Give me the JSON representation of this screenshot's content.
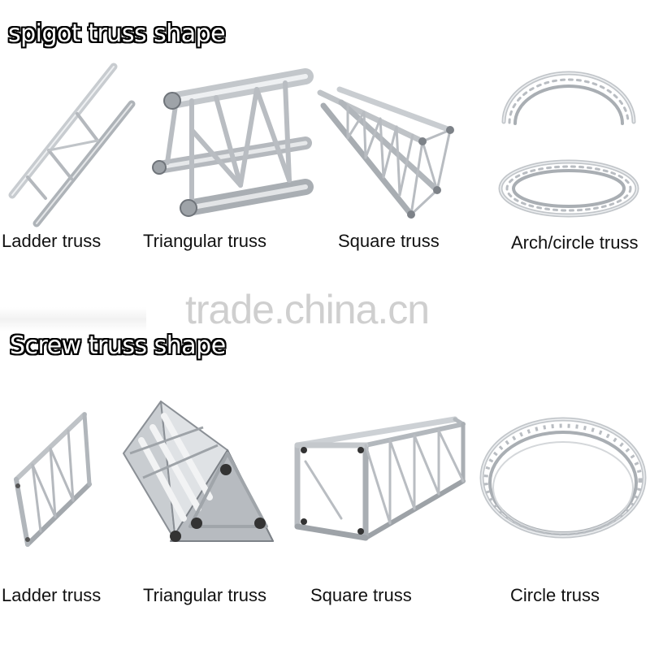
{
  "sections": {
    "spigot_title": "spigot truss shape",
    "screw_title": "Screw truss shape"
  },
  "watermark": "trade.china.cn",
  "spigot_items": [
    {
      "label": "Ladder truss",
      "icon": "ladder-truss-icon"
    },
    {
      "label": "Triangular truss",
      "icon": "triangular-truss-icon"
    },
    {
      "label": "Square truss",
      "icon": "square-truss-icon"
    },
    {
      "label": "Arch/circle truss",
      "icon": "arch-circle-truss-icon"
    }
  ],
  "screw_items": [
    {
      "label": "Ladder truss",
      "icon": "ladder-truss-icon"
    },
    {
      "label": "Triangular truss",
      "icon": "triangular-truss-icon"
    },
    {
      "label": "Square truss",
      "icon": "square-truss-icon"
    },
    {
      "label": "Circle truss",
      "icon": "circle-truss-icon"
    }
  ],
  "colors": {
    "metal_light": "#e6e8ea",
    "metal_mid": "#b9bdc2",
    "metal_dark": "#7d8288",
    "title_fill": "#ffffff",
    "title_outline": "#000000",
    "watermark": "#cfcfcf"
  }
}
